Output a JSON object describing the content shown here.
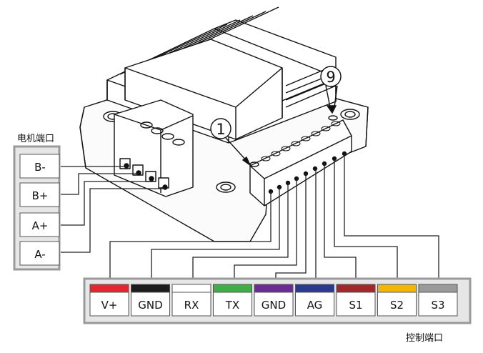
{
  "motor_port": {
    "title": "电机端口",
    "pins": [
      {
        "label": "B-"
      },
      {
        "label": "B+"
      },
      {
        "label": "A+"
      },
      {
        "label": "A-"
      }
    ]
  },
  "control_port": {
    "title": "控制端口",
    "pins": [
      {
        "label": "V+",
        "color": "#e3262f"
      },
      {
        "label": "GND",
        "color": "#1c1c1c"
      },
      {
        "label": "RX",
        "color": "#ffffff"
      },
      {
        "label": "TX",
        "color": "#3fae49"
      },
      {
        "label": "GND",
        "color": "#6a2c91"
      },
      {
        "label": "AG",
        "color": "#2b3a8f"
      },
      {
        "label": "S1",
        "color": "#a3262a"
      },
      {
        "label": "S2",
        "color": "#f2b705"
      },
      {
        "label": "S3",
        "color": "#9a9a9a"
      }
    ]
  },
  "callouts": {
    "first_pin": "1",
    "last_pin": "9"
  },
  "colors": {
    "panel_border": "#9a9a9a",
    "wire": "#222222"
  }
}
